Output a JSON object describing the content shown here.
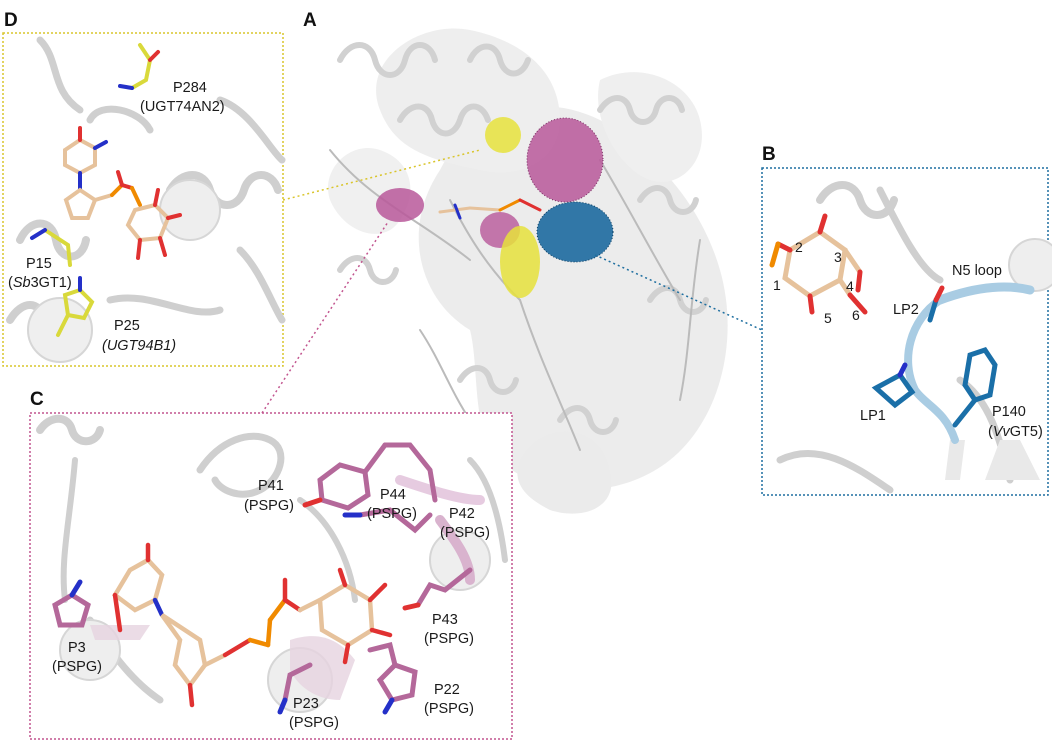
{
  "panels": {
    "A": {
      "letter": "A"
    },
    "B": {
      "letter": "B",
      "ring_numbers": [
        "1",
        "2",
        "3",
        "4",
        "5",
        "6"
      ],
      "labels": {
        "n5_loop": "N5 loop",
        "lp2": "LP2",
        "lp1": "LP1",
        "p140_name": "P140",
        "p140_species_prefix": "Vv",
        "p140_species_suffix": "GT5"
      }
    },
    "C": {
      "letter": "C",
      "labels": {
        "p41": "P41",
        "p44": "P44",
        "p42": "P42",
        "p43": "P43",
        "p3": "P3",
        "p23": "P23",
        "p22": "P22",
        "pspg": "(PSPG)"
      }
    },
    "D": {
      "letter": "D",
      "labels": {
        "p284": "P284",
        "p284_src": "(UGT74AN2)",
        "p15": "P15",
        "p15_src_prefix": "Sb",
        "p15_src_suffix": "3GT1)",
        "p25": "P25",
        "p25_src": "(UGT94B1)"
      }
    }
  },
  "colors": {
    "box_D": "#d9c52b",
    "box_B": "#1f6fa0",
    "box_C": "#c2558f",
    "ligand_carbon": "#e6c29c",
    "oxygen": "#e03131",
    "nitrogen": "#2430c8",
    "phosphorus": "#f08a00",
    "yellow_residue": "#d9d93b",
    "blue_residue": "#1a6fa8",
    "pink_residue": "#b4689a",
    "pink_surface": "#b8589a",
    "blue_surface": "#1d6aa0",
    "ribbon": "#d2d2d2"
  }
}
